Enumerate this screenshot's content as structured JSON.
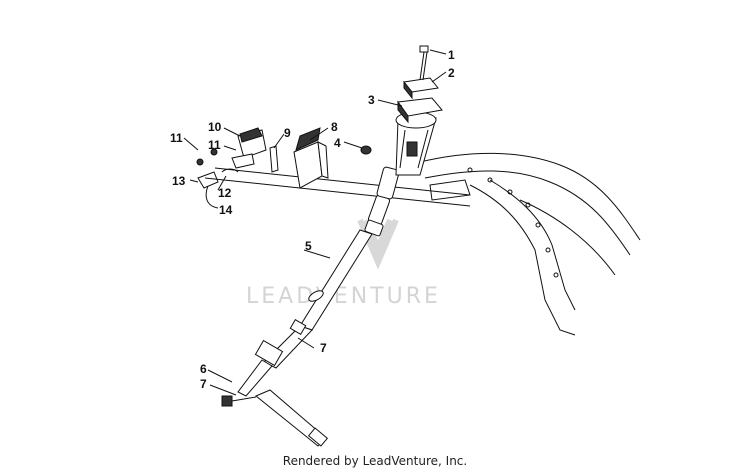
{
  "watermark": "LEADVENTURE",
  "footer": "Rendered by LeadVenture, Inc.",
  "callouts": {
    "c1": "1",
    "c2": "2",
    "c3": "3",
    "c4": "4",
    "c5": "5",
    "c6": "6",
    "c7a": "7",
    "c7b": "7",
    "c8": "8",
    "c9": "9",
    "c10": "10",
    "c11a": "11",
    "c11b": "11",
    "c12": "12",
    "c13": "13",
    "c14": "14"
  }
}
